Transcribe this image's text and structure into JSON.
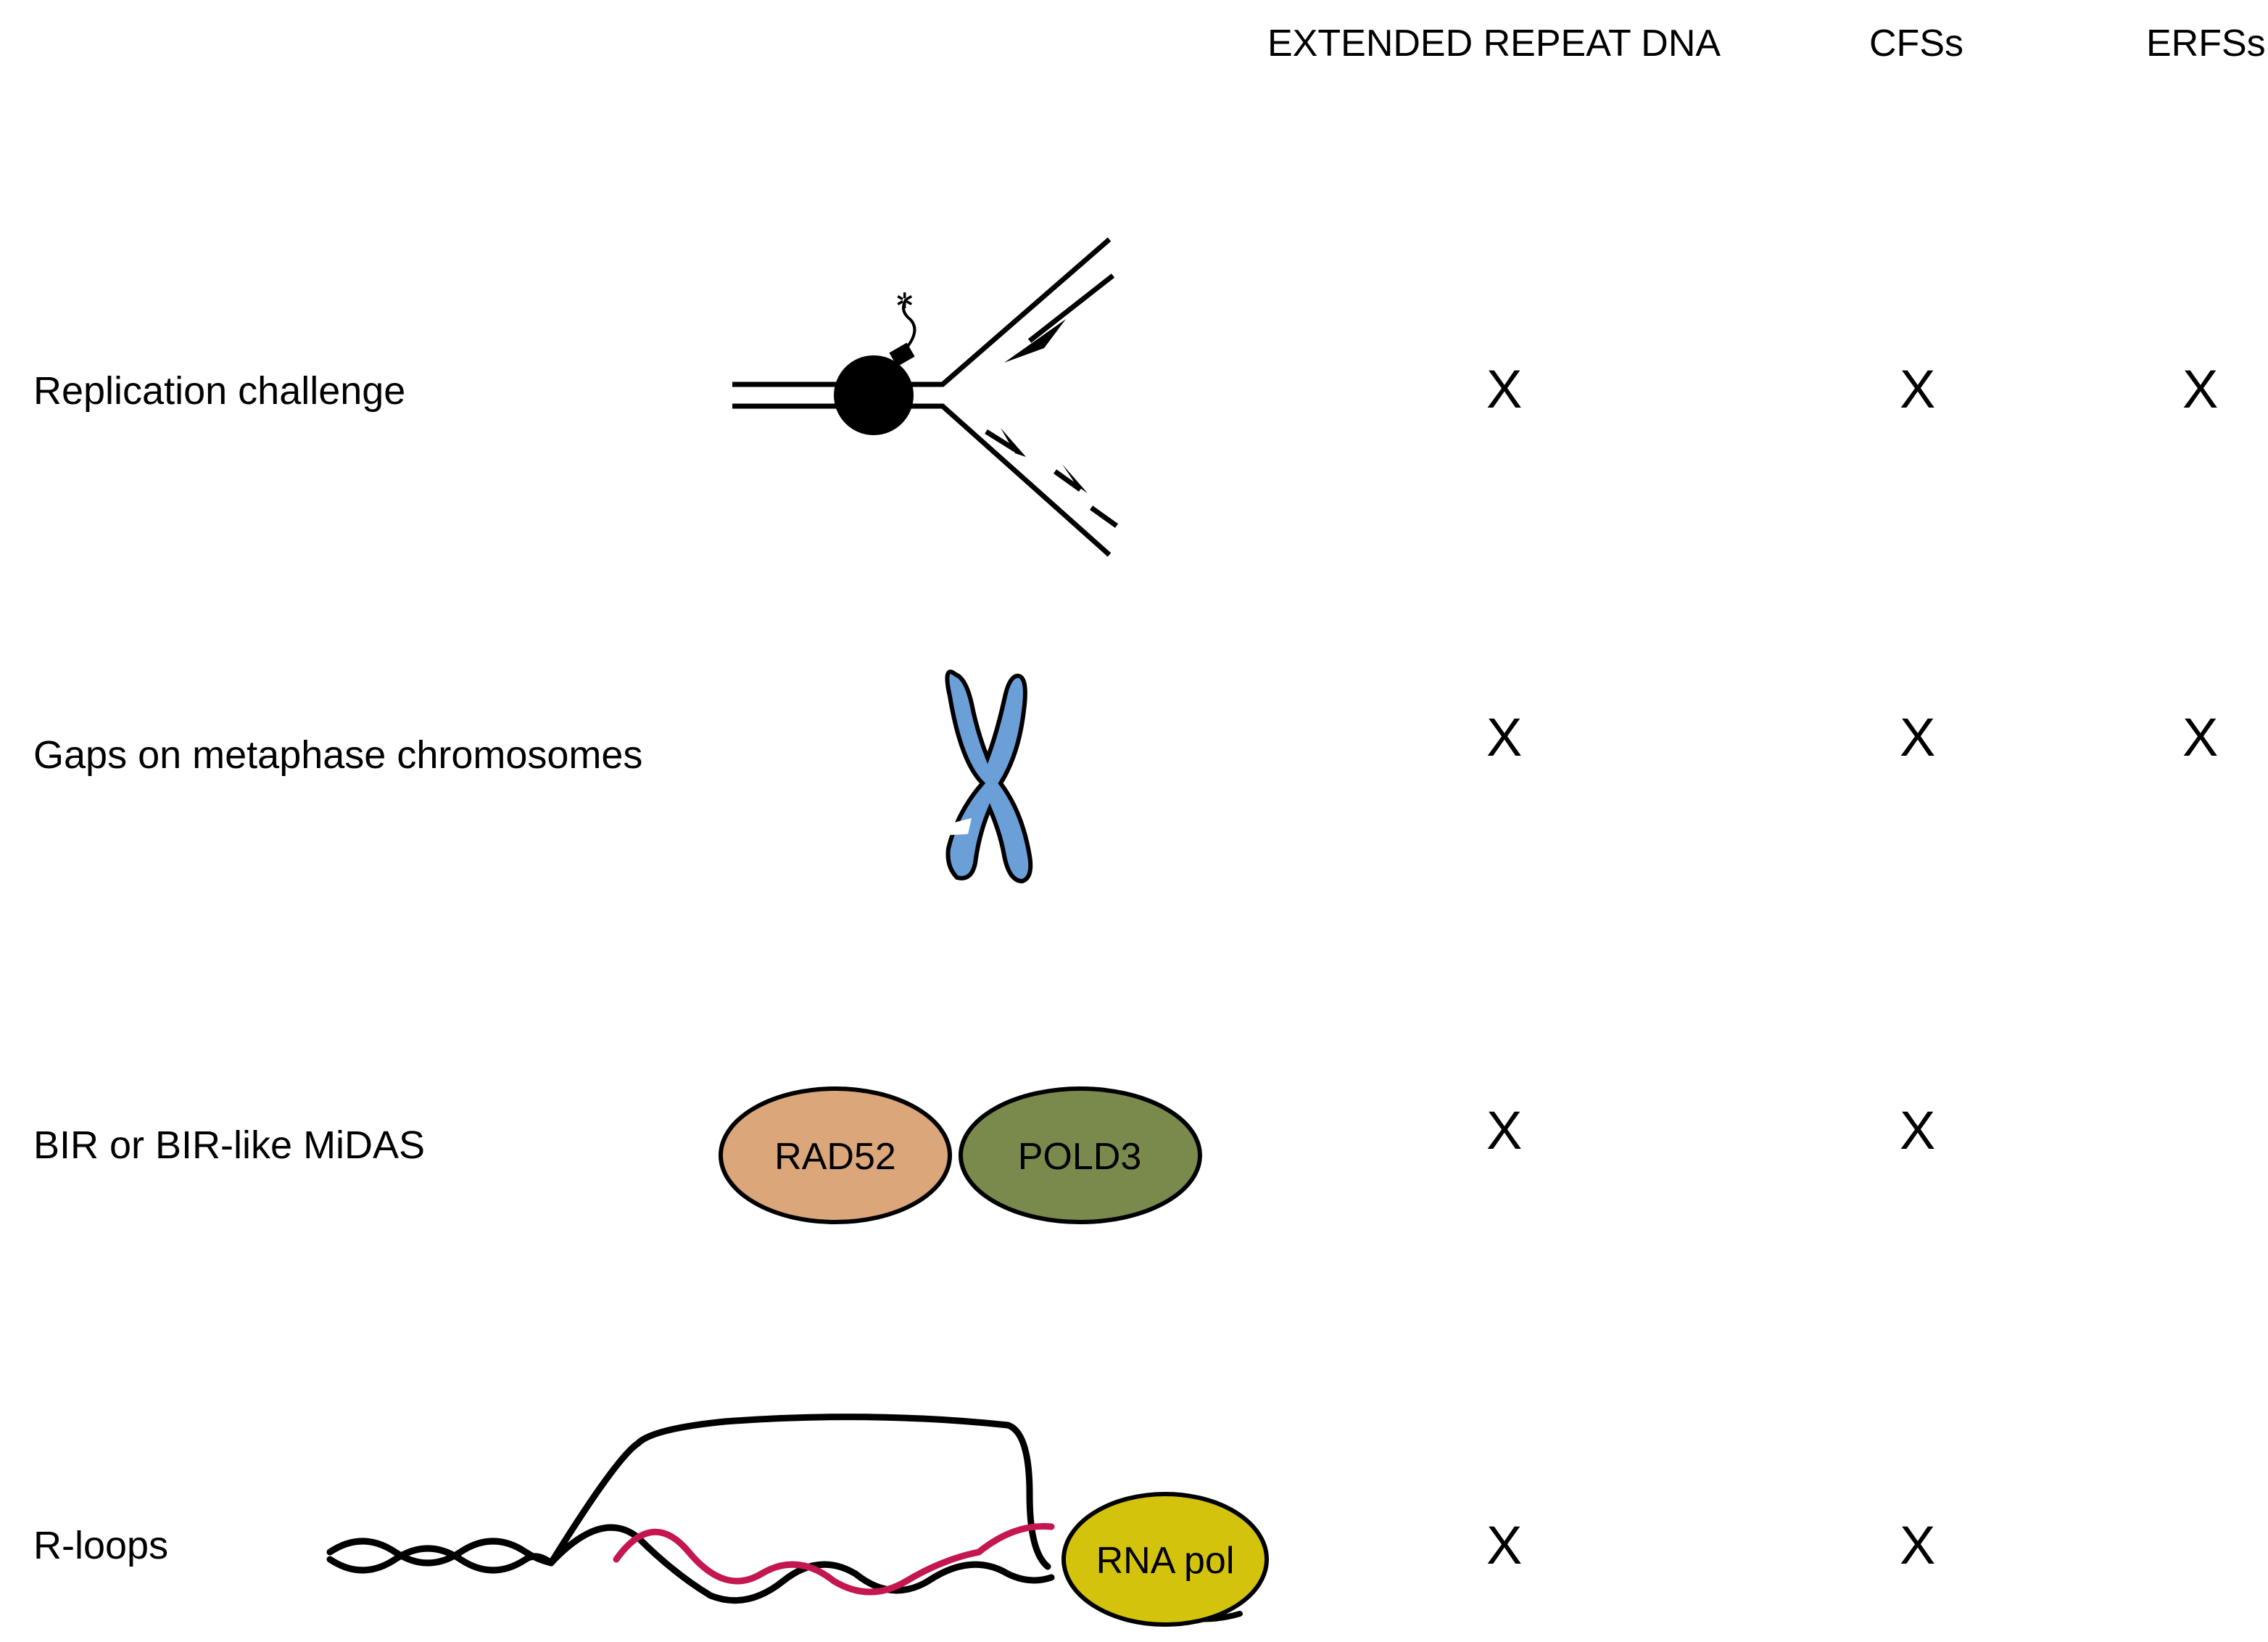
{
  "columns": [
    "EXTENDED REPEAT DNA",
    "CFSs",
    "ERFSs"
  ],
  "rows": [
    {
      "label": "Replication challenge",
      "marks": [
        "X",
        "X",
        "X"
      ]
    },
    {
      "label": "Gaps on metaphase chromosomes",
      "marks": [
        "X",
        "X",
        "X"
      ]
    },
    {
      "label": "BIR or BIR-like MiDAS",
      "marks": [
        "X",
        "X",
        ""
      ]
    },
    {
      "label": "R-loops",
      "marks": [
        "X",
        "X",
        ""
      ]
    }
  ],
  "proteins": {
    "rad52": "RAD52",
    "pold3": "POLD3",
    "rna_pol": "RNA pol"
  },
  "colors": {
    "chromosome": "#6a9fd8",
    "rad52": "#dba67a",
    "pold3": "#7a8a4c",
    "rna_pol": "#d4c30d",
    "rna_strand": "#c4164f"
  }
}
